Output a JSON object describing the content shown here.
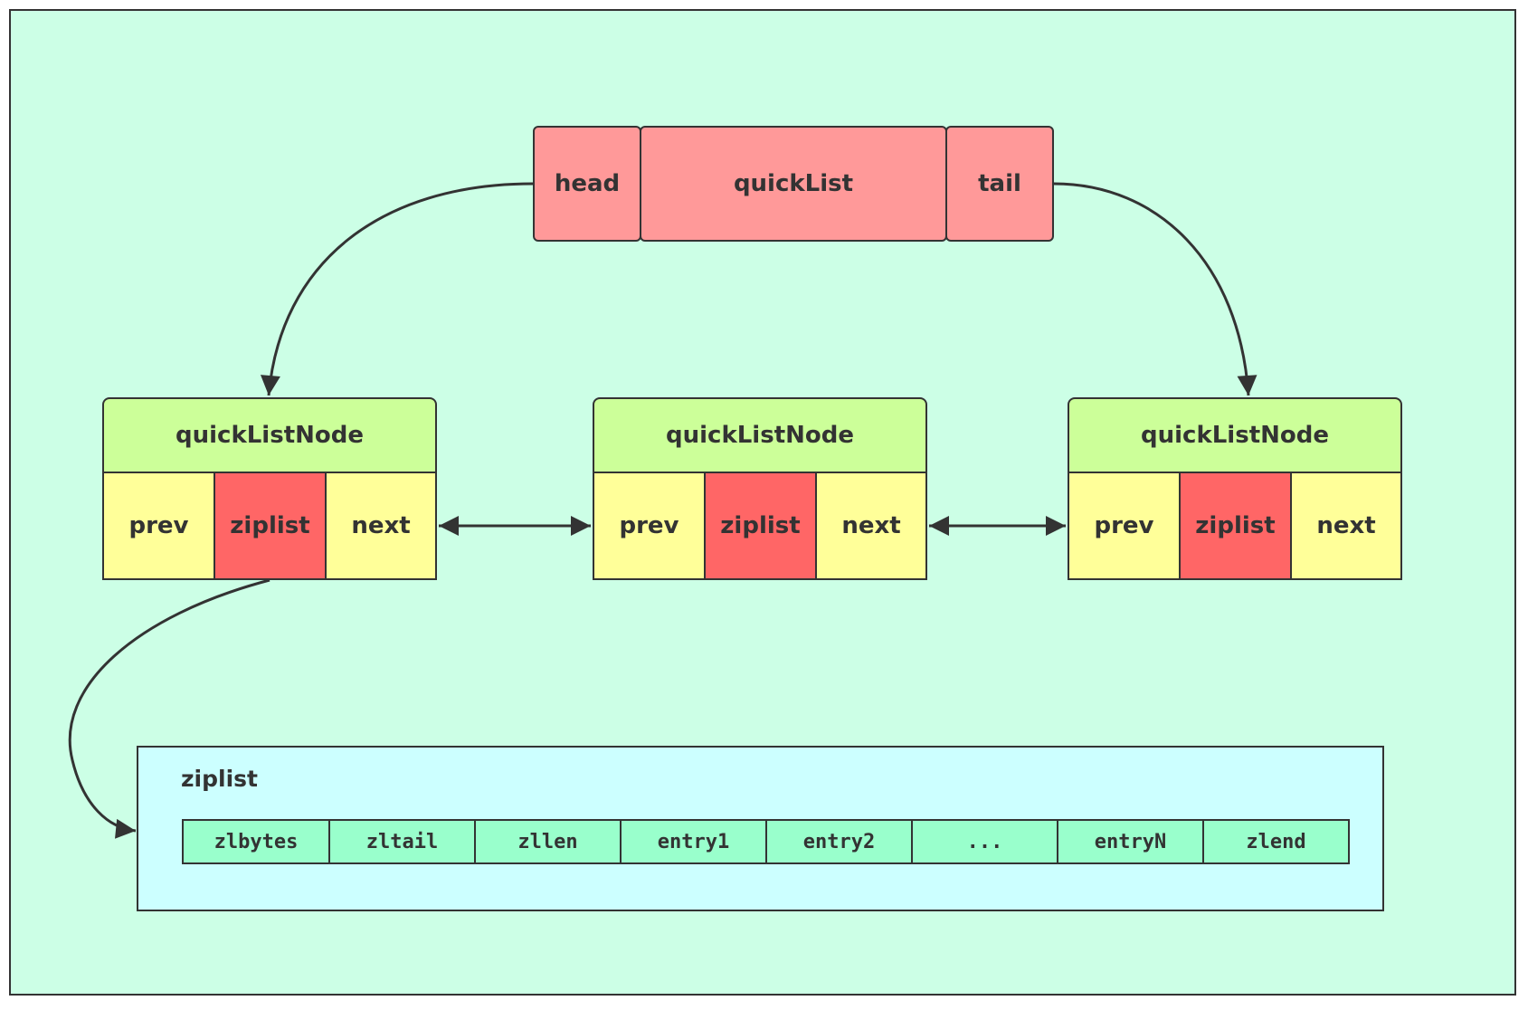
{
  "quicklist": {
    "head": "head",
    "name": "quickList",
    "tail": "tail"
  },
  "nodes": [
    {
      "title": "quickListNode",
      "prev": "prev",
      "ziplist": "ziplist",
      "next": "next"
    },
    {
      "title": "quickListNode",
      "prev": "prev",
      "ziplist": "ziplist",
      "next": "next"
    },
    {
      "title": "quickListNode",
      "prev": "prev",
      "ziplist": "ziplist",
      "next": "next"
    }
  ],
  "ziplist": {
    "title": "ziplist",
    "fields": [
      "zlbytes",
      "zltail",
      "zllen",
      "entry1",
      "entry2",
      "...",
      "entryN",
      "zlend"
    ]
  },
  "colors": {
    "background": "#ccffe6",
    "quicklist": "#ff9999",
    "node_title": "#ccff99",
    "node_field": "#ffff99",
    "node_ziplist": "#ff6666",
    "ziplist_box": "#ccffff",
    "ziplist_cell": "#99ffcc",
    "stroke": "#333333"
  }
}
